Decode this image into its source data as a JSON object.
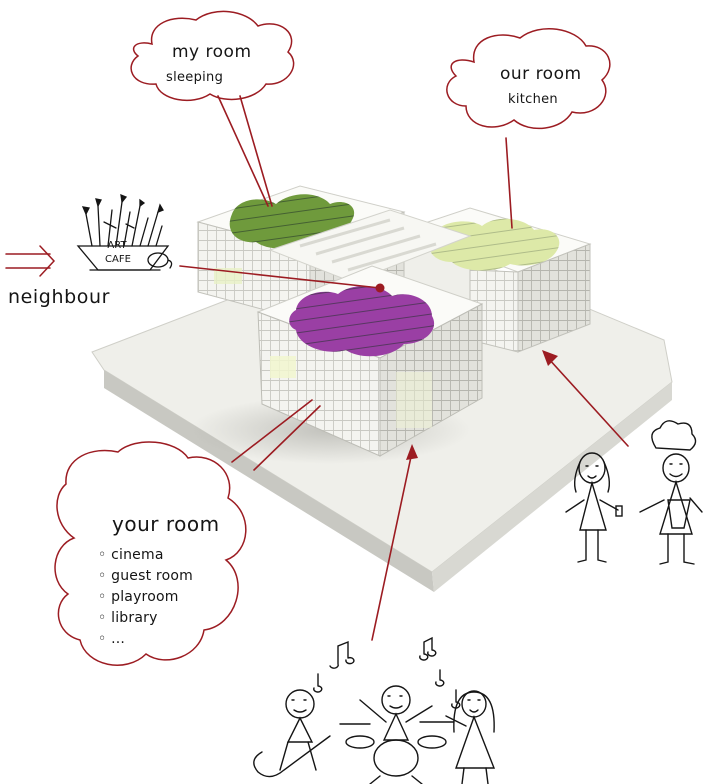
{
  "colors": {
    "bubble_outline": "#9c1c22",
    "pointer_line": "#9c1c22",
    "sketch_ink": "#151515",
    "roof_green": "#6f9a3c",
    "roof_light_green": "#dde9a8",
    "roof_purple": "#9a3fa4",
    "model_white": "#f2f2ee",
    "model_shadow": "#b9b9b4"
  },
  "bubbles": {
    "my_room": {
      "title": "my room",
      "subtitle": "sleeping"
    },
    "our_room": {
      "title": "our room",
      "subtitle": "kitchen"
    },
    "your_room": {
      "title": "your room",
      "items": [
        "cinema",
        "guest room",
        "playroom",
        "library",
        "..."
      ]
    }
  },
  "neighbour": {
    "sign_line1": "ART",
    "sign_line2": "CAFE",
    "label": "neighbour"
  },
  "icons": {
    "arrow": "double-arrow-icon",
    "cafe": "art-cafe-sign-icon",
    "parents": "parents-sketch-icon",
    "band": "band-sketch-icon"
  }
}
